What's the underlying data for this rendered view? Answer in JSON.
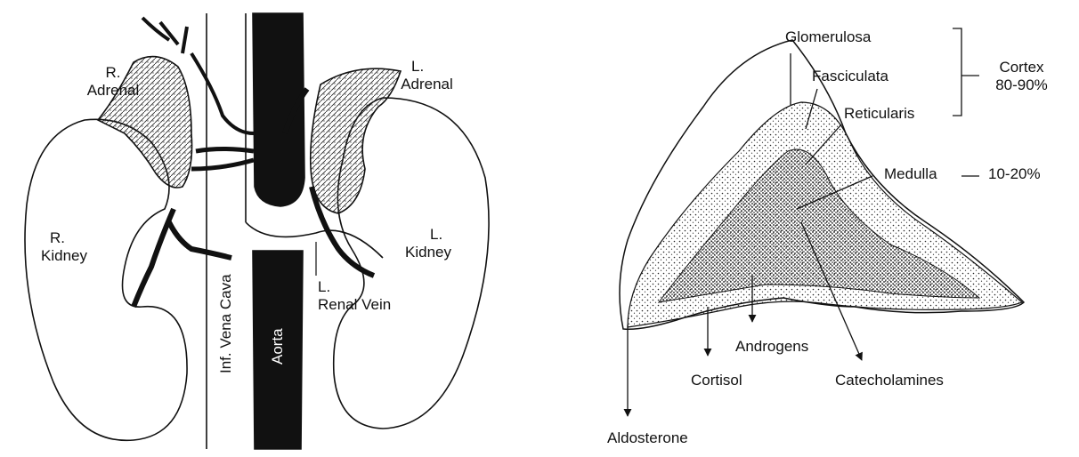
{
  "left_panel": {
    "r_adrenal": [
      "R.",
      "Adrenal"
    ],
    "l_adrenal": [
      "L.",
      "Adrenal"
    ],
    "r_kidney": [
      "R.",
      "Kidney"
    ],
    "l_kidney": [
      "L.",
      "Kidney"
    ],
    "vena_cava": "Inf. Vena Cava",
    "aorta": "Aorta",
    "renal_vein": [
      "L.",
      "Renal Vein"
    ]
  },
  "right_panel": {
    "glomerulosa": "Glomerulosa",
    "fasciculata": "Fasciculata",
    "reticularis": "Reticularis",
    "cortex": [
      "Cortex",
      "80-90%"
    ],
    "medulla": "Medulla",
    "medulla_pct": "10-20%",
    "aldosterone": "Aldosterone",
    "cortisol": "Cortisol",
    "androgens": "Androgens",
    "catecholamines": "Catecholamines"
  },
  "colors": {
    "ink": "#111111",
    "paper": "#ffffff"
  }
}
